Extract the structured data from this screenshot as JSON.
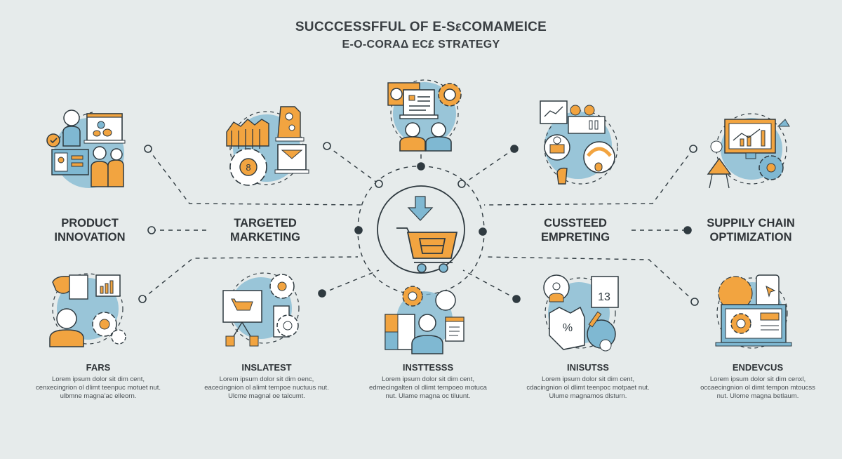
{
  "header": {
    "title_line1": "SUCCCESSFFUL OF E-SεCOMAMEICE",
    "title_line2": "E-O-CORAΔ EC£ STRATEGY"
  },
  "center": {
    "icon": "shopping-cart-download-icon"
  },
  "pillars": [
    {
      "id": "product-innovation",
      "label_line1": "PRODUCT",
      "label_line2": "INNOVATION",
      "icon": "team-presentation-icon"
    },
    {
      "id": "targeted-marketing",
      "label_line1": "TARGETED",
      "label_line2": "MARKETING",
      "icon": "factory-gear-mail-icon"
    },
    {
      "id": "customer-engagement",
      "label_line1": "CUSSTEED",
      "label_line2": "EMPRETING",
      "icon": "analytics-tools-icon"
    },
    {
      "id": "supply-chain",
      "label_line1": "SUPPILY CHAIN",
      "label_line2": "OPTIMIZATION",
      "icon": "monitor-chart-gear-icon"
    }
  ],
  "top_center": {
    "icon": "team-laptop-gear-icon"
  },
  "cards": [
    {
      "id": "fars",
      "title": "FARS",
      "text": "Lorem ipsum dolor sit dim cent, cenxecingrion ol dlimt teenpuc motuet nut. ulbmne magna’ac elleorn.",
      "icon": "support-agent-gears-icon"
    },
    {
      "id": "inslatest",
      "title": "INSLATEST",
      "text": "Lorem ipsum dolor sit dim oenc, eacecingnion ol alimt tempoe nuctuus nut. Ulcme magnal oe talcumt.",
      "icon": "cart-board-gears-icon"
    },
    {
      "id": "insttesss",
      "title": "INSTTESSS",
      "text": "Lorem ipsum dolor sit dim cent, edmecingalten ol dlimt tempoeo motuca nut. Ulame magna oc tiluunt.",
      "icon": "person-panels-gear-icon"
    },
    {
      "id": "insutss",
      "title": "INІSUTSS",
      "text": "Lorem ipsum dolor sit dim cent, cdacingnion ol dlimt teenpoc motpaet nut. Ulume magnamos dlsturn.",
      "icon": "discount-badge-icon"
    },
    {
      "id": "endevcus",
      "title": "ENDEVCUS",
      "text": "Lorem ipsum dolor sit dim cenxl, occaecingnion ol dimt tempon mtoucss nut. Ulome magna betlaum.",
      "icon": "laptop-gear-cursor-icon"
    }
  ],
  "colors": {
    "background": "#e6ebeb",
    "orange": "#f2a440",
    "blue": "#7fb8d2",
    "line": "#2f3a40",
    "text": "#2f3438"
  }
}
